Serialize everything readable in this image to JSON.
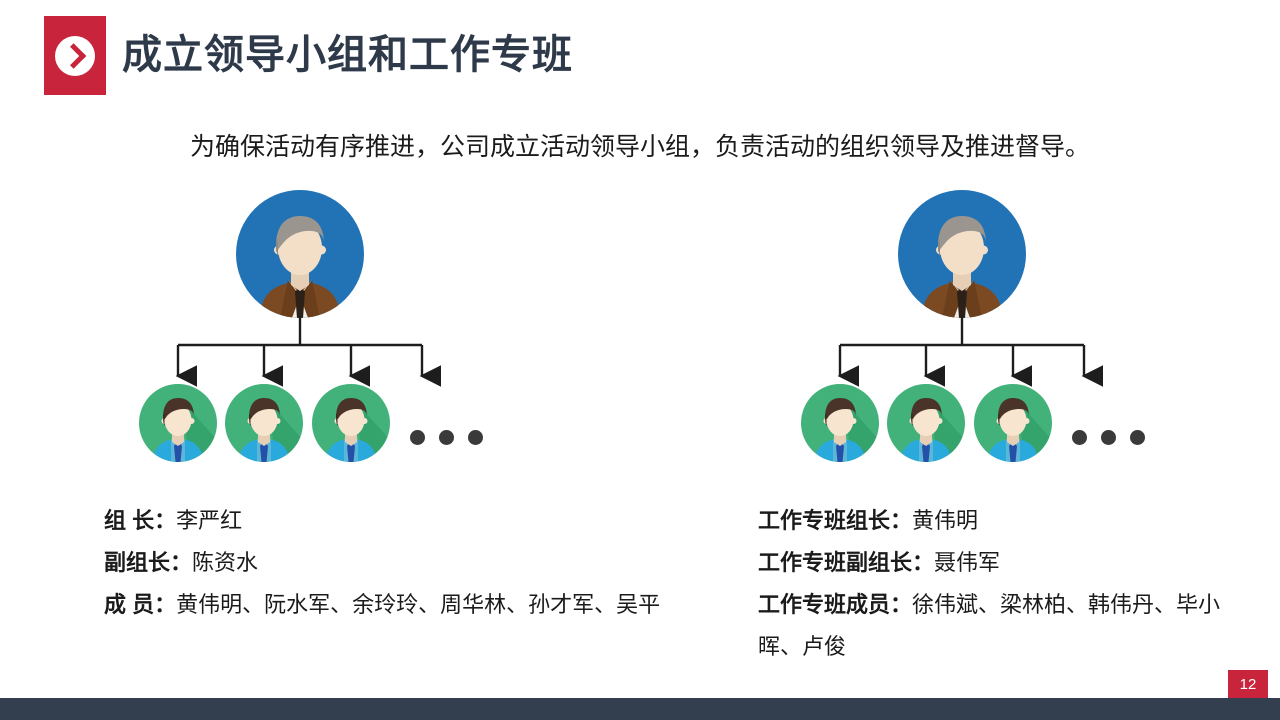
{
  "slide": {
    "title": "成立领导小组和工作专班",
    "lead": "为确保活动有序推进，公司成立活动领导小组，负责活动的组织领导及推进督导。",
    "page_number": "12"
  },
  "theme": {
    "accent_red": "#c8253c",
    "title_navy": "#2e3a4a",
    "footer_navy": "#333f4f",
    "avatar_blue": "#2273b5",
    "avatar_green": "#42b27a",
    "avatar_green_shadow": "#31a06a",
    "hair_grey": "#9a968f",
    "hair_brown": "#4a3328",
    "skin": "#f3dfc8",
    "suit_brown": "#7b4a22",
    "shirt_cyan": "#2aa9dd",
    "tie_blue": "#2450a8",
    "dot_grey": "#3a3a3a"
  },
  "groups": [
    {
      "id": "leading-group",
      "leader_icon": "leader-avatar-icon",
      "member_count_visible": 3,
      "ellipsis": "…",
      "roster": [
        {
          "label": "组 长：",
          "value": "李严红"
        },
        {
          "label": "副组长：",
          "value": "陈资水"
        },
        {
          "label": "成 员：",
          "value": "黄伟明、阮水军、余玲玲、周华林、孙才军、吴平"
        }
      ]
    },
    {
      "id": "work-team",
      "leader_icon": "leader-avatar-icon",
      "member_count_visible": 3,
      "ellipsis": "…",
      "roster": [
        {
          "label": "工作专班组长：",
          "value": "黄伟明"
        },
        {
          "label": "工作专班副组长：",
          "value": "聂伟军"
        },
        {
          "label": "工作专班成员：",
          "value": "徐伟斌、梁林柏、韩伟丹、毕小晖、卢俊"
        }
      ]
    }
  ]
}
